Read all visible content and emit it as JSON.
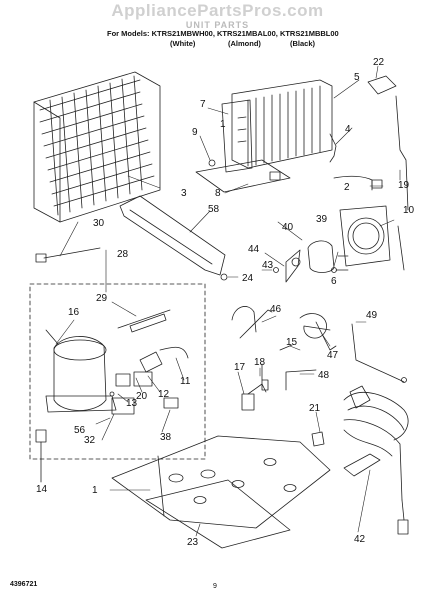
{
  "header": {
    "watermark": "AppliancePartsPros.com",
    "title": "UNIT PARTS",
    "models": "For Models: KTRS21MBWH00, KTRS21MBAL00, KTRS21MBBL00",
    "color_white": "(White)",
    "color_almond": "(Almond)",
    "color_black": "(Black)"
  },
  "callouts": [
    "22",
    "7",
    "5",
    "9",
    "1",
    "4",
    "3",
    "8",
    "58",
    "2",
    "19",
    "39",
    "30",
    "10",
    "40",
    "44",
    "43",
    "24",
    "28",
    "6",
    "29",
    "46",
    "16",
    "15",
    "49",
    "47",
    "18",
    "17",
    "48",
    "11",
    "20",
    "12",
    "21",
    "13",
    "56",
    "38",
    "32",
    "14",
    "1",
    "42",
    "23"
  ],
  "footer": {
    "doc_number": "4396721",
    "page": "9"
  }
}
